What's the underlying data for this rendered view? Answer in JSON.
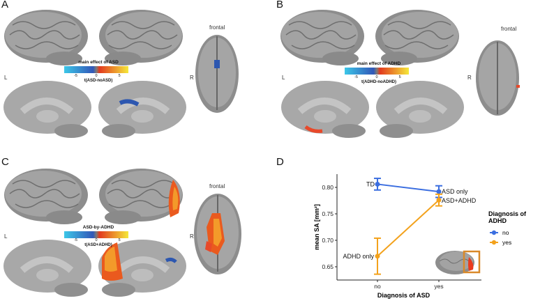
{
  "panels": {
    "A": {
      "letter": "A",
      "left_label": "L",
      "right_label": "R",
      "view_label": "frontal",
      "colorbar": {
        "title": "main effect of ASD",
        "ticks": [
          "-5",
          "0",
          "5"
        ],
        "subtitle": "t(ASD-noASD)"
      },
      "colors": {
        "positive": "#e8492a",
        "negative": "#2d57b0"
      }
    },
    "B": {
      "letter": "B",
      "left_label": "L",
      "right_label": "R",
      "view_label": "frontal",
      "colorbar": {
        "title": "main effect of ADHD",
        "ticks": [
          "-5",
          "0",
          "5"
        ],
        "subtitle": "t(ADHD-noADHD)"
      }
    },
    "C": {
      "letter": "C",
      "left_label": "L",
      "right_label": "R",
      "view_label": "frontal",
      "colorbar": {
        "title": "ASD-by-ADHD",
        "ticks": [
          "-5",
          "0",
          "5"
        ],
        "subtitle": "t(ASD+ADHD)"
      }
    },
    "D": {
      "letter": "D"
    }
  },
  "chart_data": {
    "type": "line",
    "xlabel": "Diagnosis of ASD",
    "ylabel": "mean SA [mm²]",
    "categories": [
      "no",
      "yes"
    ],
    "ylim": [
      0.625,
      0.825
    ],
    "yticks": [
      0.65,
      0.7,
      0.75,
      0.8
    ],
    "grid": false,
    "legend": {
      "title": "Diagnosis of ADHD",
      "placement": "right",
      "entries": [
        "no",
        "yes"
      ]
    },
    "series": [
      {
        "name": "no",
        "color": "#3b6ee0",
        "values": [
          0.806,
          0.792
        ],
        "err": [
          0.011,
          0.011
        ],
        "point_labels": [
          "TD",
          "ASD only"
        ]
      },
      {
        "name": "yes",
        "color": "#f3a21c",
        "values": [
          0.67,
          0.776
        ],
        "err": [
          0.034,
          0.011
        ],
        "point_labels": [
          "ADHD only",
          "ASD+ADHD"
        ]
      }
    ]
  }
}
